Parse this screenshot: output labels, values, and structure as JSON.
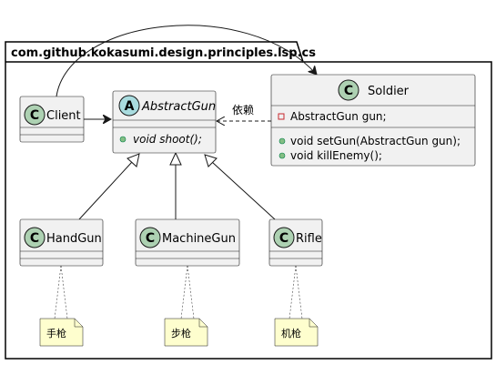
{
  "package": {
    "name": "com.github.kokasumi.design.principles.lsp.cs"
  },
  "classes": {
    "client": {
      "stereotype": "C",
      "name": "Client"
    },
    "abstract_gun": {
      "stereotype": "A",
      "name": "AbstractGun",
      "methods": [
        "void shoot();"
      ]
    },
    "soldier": {
      "stereotype": "C",
      "name": "Soldier",
      "fields": [
        "AbstractGun gun;"
      ],
      "methods": [
        "void setGun(AbstractGun gun);",
        "void killEnemy();"
      ]
    },
    "hand_gun": {
      "stereotype": "C",
      "name": "HandGun"
    },
    "machine_gun": {
      "stereotype": "C",
      "name": "MachineGun"
    },
    "rifle": {
      "stereotype": "C",
      "name": "Rifle"
    }
  },
  "relations": {
    "dependency_label": "依赖"
  },
  "notes": {
    "hand_gun": "手枪",
    "machine_gun": "步枪",
    "rifle": "机枪"
  },
  "colors": {
    "class_badge": "#add1b2",
    "abstract_badge": "#a9dcdf",
    "box_fill": "#f1f1f1",
    "note_fill": "#fefece",
    "private_field": "#c82930",
    "public_method": "#84be84"
  }
}
